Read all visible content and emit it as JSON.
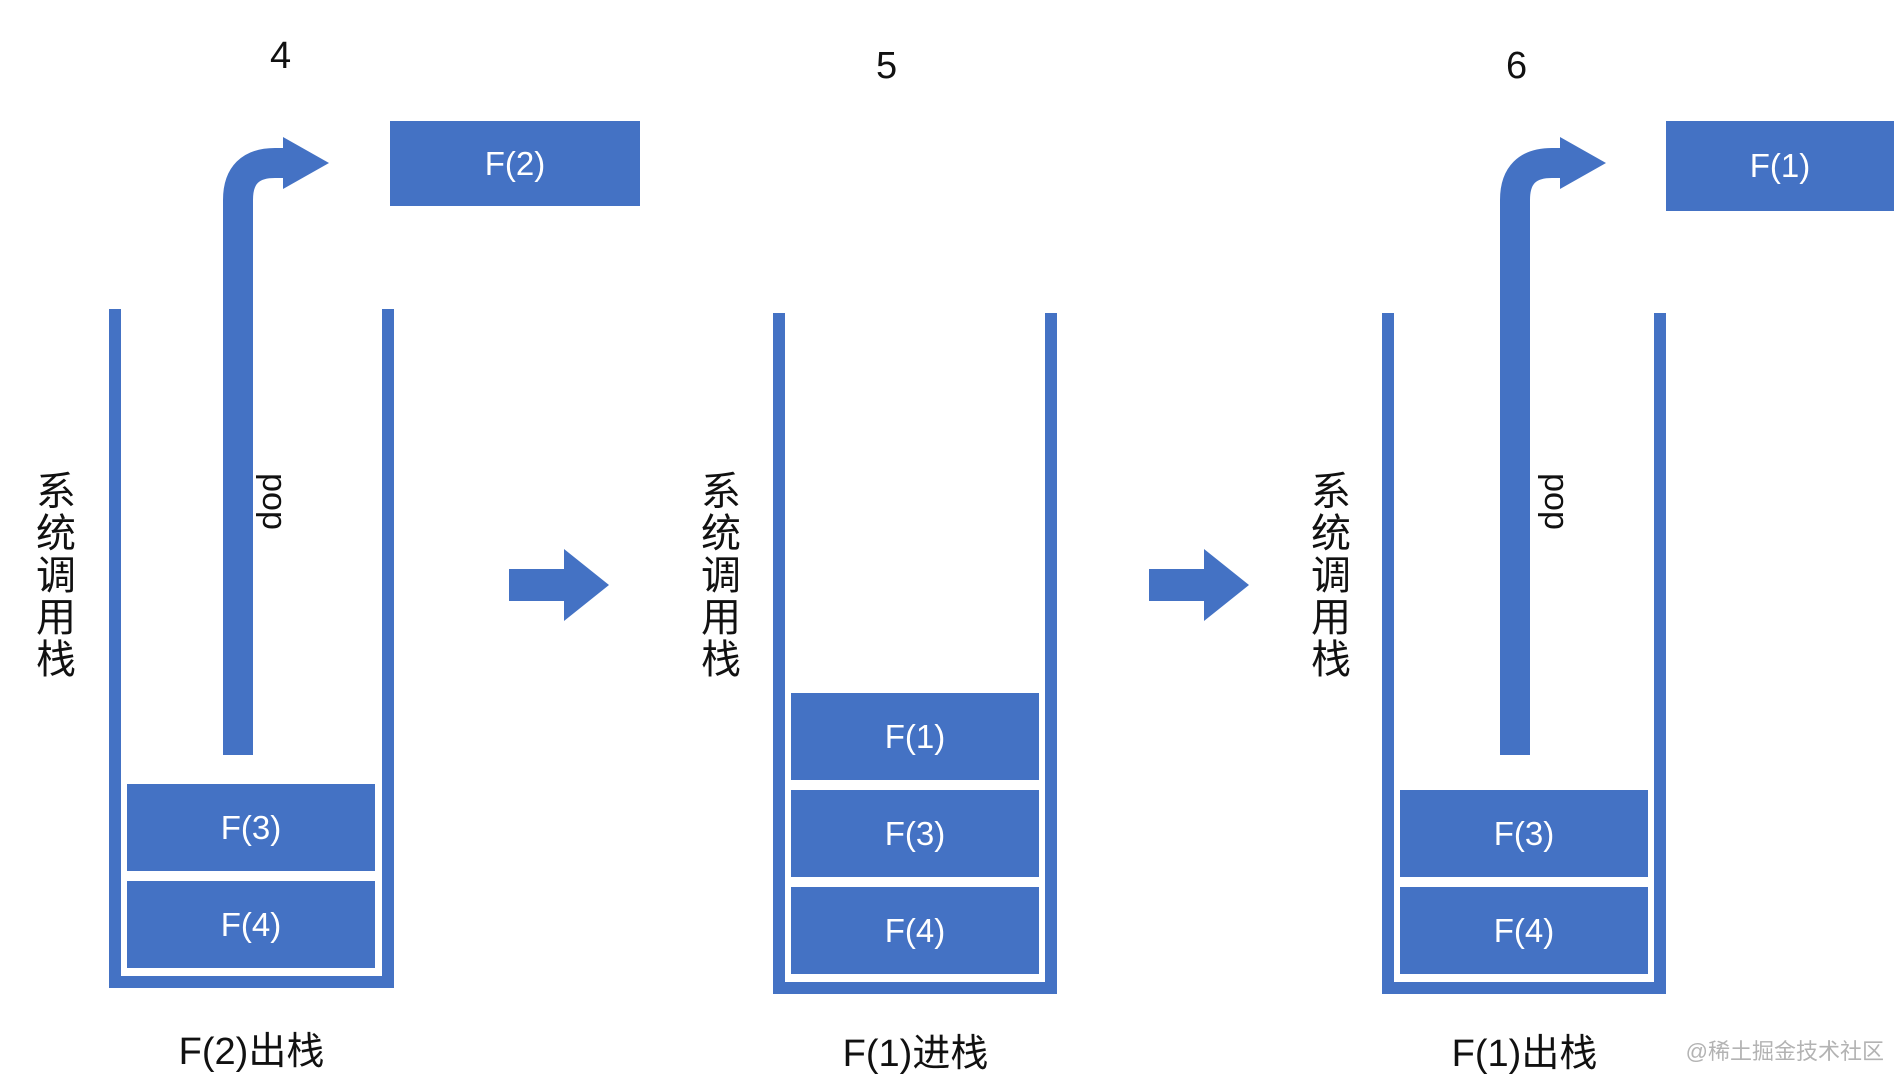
{
  "colors": {
    "primary": "#4472C4"
  },
  "watermark": "@稀土掘金技术社区",
  "panels": [
    {
      "step": "4",
      "stack_label": "系统调用栈",
      "pop_label": "pop",
      "popped_box": "F(2)",
      "stack_items": [
        "F(3)",
        "F(4)"
      ],
      "caption": "F(2)出栈"
    },
    {
      "step": "5",
      "stack_label": "系统调用栈",
      "stack_items": [
        "F(1)",
        "F(3)",
        "F(4)"
      ],
      "caption": "F(1)进栈"
    },
    {
      "step": "6",
      "stack_label": "系统调用栈",
      "pop_label": "pop",
      "popped_box": "F(1)",
      "stack_items": [
        "F(3)",
        "F(4)"
      ],
      "caption": "F(1)出栈"
    }
  ]
}
